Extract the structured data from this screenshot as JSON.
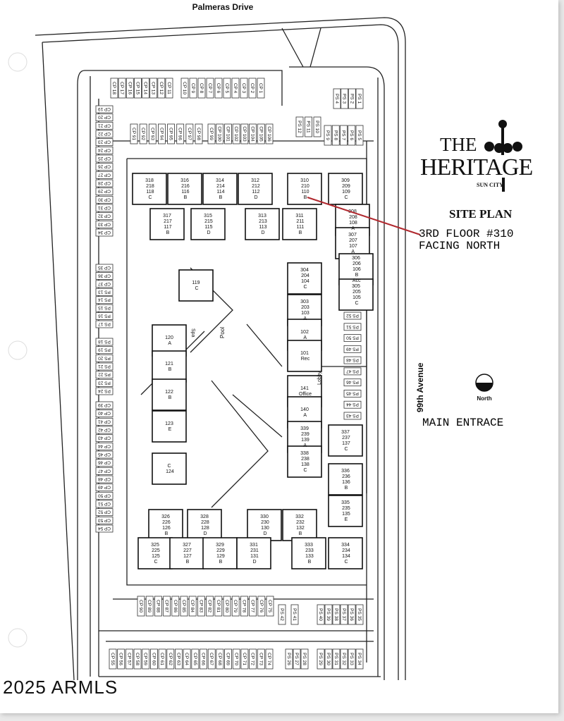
{
  "map": {
    "street_north": "Palmeras Drive",
    "street_east": "99th Avenue",
    "north_label": "North",
    "watermark": "2025 ARMLS",
    "amenities": {
      "pool": "Pool",
      "spa": "Spa",
      "lobby": "Lobby"
    },
    "units": [
      "318 218 118 C",
      "316 216 116 B",
      "314 214 114 B",
      "312 212 112 D",
      "310 210 110 B",
      "309 209 109 C",
      "317 217 117 B",
      "315 215 115 D",
      "313 213 113 D",
      "311 211 111 B",
      "308 208 108 A",
      "307 207 107 A",
      "306 206 106 B Acc",
      "305 205 105 C",
      "304 204 104 C",
      "303 203 103 A",
      "102 A",
      "101 Rec",
      "141 Office",
      "140 A",
      "339 239 139 A",
      "338 238 138 C",
      "337 237 137 C",
      "336 236 136 B",
      "335 235 135 E",
      "119 C",
      "120 A",
      "121 B",
      "122 B",
      "123 E",
      "C 124",
      "326 226 126 B",
      "328 228 128 D",
      "330 230 130 D",
      "332 232 132 B",
      "325 225 125 C",
      "327 227 127 B",
      "329 229 129 B",
      "331 231 131 D",
      "333 233 133 B",
      "334 234 134 C"
    ],
    "parking": {
      "top_left": [
        "CP 18",
        "CP 17",
        "CP 16",
        "CP 15",
        "CP 14",
        "CP 13",
        "CP 12",
        "CP 11"
      ],
      "top_right": [
        "CP 10",
        "CP 9",
        "CP 8",
        "CP 7",
        "CP 6",
        "CP 5",
        "CP 4",
        "CP 3",
        "CP 2",
        "CP 1"
      ],
      "ps_top": [
        "PS 4",
        "PS 3",
        "PS 2",
        "PS 1"
      ],
      "ps_entry": [
        "PS 12",
        "PS 11",
        "PS 10"
      ],
      "ps_5_9": [
        "PS 9",
        "PS 8",
        "PS 7",
        "PS 6",
        "PS 5"
      ],
      "cp_91_98": [
        "CP 91",
        "CP 92",
        "CP 93",
        "CP 94",
        "CP 95",
        "CP 96",
        "CP 97",
        "CP 98"
      ],
      "cp_99_106": [
        "CP 99",
        "CP 100",
        "CP 101",
        "CP 102",
        "CP 103",
        "CP 104",
        "CP 105",
        "CP 106"
      ],
      "left_a": [
        "CP 19",
        "CP 20",
        "CP 21",
        "CP 22",
        "CP 23",
        "CP 24",
        "CP 25",
        "CP 26",
        "CP 27",
        "CP 28",
        "CP 29",
        "CP 30",
        "CP 31",
        "CP 32",
        "CP 33",
        "CP 34"
      ],
      "left_b": [
        "CP 35",
        "CP 36",
        "CP 37",
        "PS 13",
        "PS 14",
        "PS 15",
        "PS 16",
        "PS 17"
      ],
      "left_c": [
        "PS 18",
        "PS 19",
        "PS 20",
        "PS 21",
        "PS 22",
        "PS 23",
        "PS 24"
      ],
      "left_d": [
        "CP 39",
        "CP 40",
        "CP 41",
        "CP 42",
        "CP 43",
        "CP 44",
        "CP 45",
        "CP 46",
        "CP 47",
        "CP 48",
        "CP 49",
        "CP 50",
        "CP 51",
        "CP 52",
        "CP 53",
        "CP 54"
      ],
      "right_ps": [
        "PS 52",
        "PS 51",
        "PS 50",
        "PS 49",
        "PS 48",
        "PS 47",
        "PS 46",
        "PS 45",
        "PS 44",
        "PS 43"
      ],
      "south_upper": [
        "CP 90",
        "CP 89",
        "CP 88",
        "CP 87",
        "CP 86",
        "CP 85",
        "CP 84",
        "CP 83",
        "CP 82",
        "CP 81",
        "CP 80",
        "CP 79",
        "CP 78",
        "CP 77",
        "CP 76",
        "CP 75"
      ],
      "south_upper_ps_a": [
        "PS 42",
        "PS 41"
      ],
      "south_upper_ps_b": [
        "PS 40",
        "PS 39",
        "PS 38",
        "PS 37",
        "PS 36",
        "PS 35"
      ],
      "south_lower": [
        "CP 55",
        "CP 56",
        "CP 57",
        "CP 58",
        "CP 59",
        "CP 60",
        "CP 61",
        "CP 62",
        "CP 63",
        "CP 64",
        "CP 65",
        "CP 66",
        "CP 67",
        "CP 68",
        "CP 69",
        "CP 70",
        "CP 71",
        "CP 72",
        "CP 73",
        "CP 74"
      ],
      "south_lower_ps_a": [
        "PS 26",
        "PS 27",
        "PS 28"
      ],
      "south_lower_ps_b": [
        "PS 29",
        "PS 30",
        "PS 31",
        "PS 32",
        "PS 33",
        "PS 34"
      ]
    }
  },
  "logo": {
    "line1": "THE",
    "line2": "HERITAGE",
    "line3": "SUN CITY"
  },
  "title": "SITE PLAN",
  "annotations": {
    "unit_note_line1": "3RD FLOOR #310",
    "unit_note_line2": "FACING NORTH",
    "entrance": "MAIN ENTRACE",
    "color": "#b0282e"
  }
}
